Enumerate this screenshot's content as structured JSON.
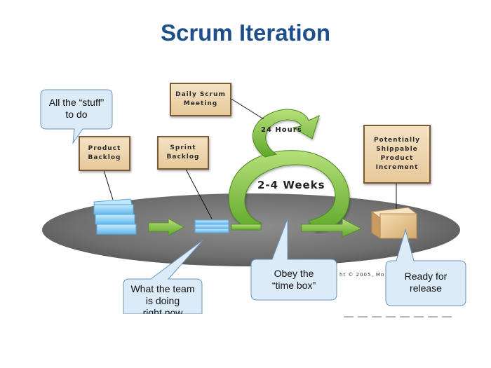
{
  "title": "Scrum Iteration",
  "labels": {
    "product_backlog": [
      "Product",
      "Backlog"
    ],
    "sprint_backlog": [
      "Sprint",
      "Backlog"
    ],
    "daily_scrum": [
      "Daily Scrum",
      "Meeting"
    ],
    "increment": [
      "Potentially",
      "Shippable",
      "Product",
      "Increment"
    ]
  },
  "cycle": {
    "daily": "24 Hours",
    "sprint": "2-4 Weeks"
  },
  "callouts": {
    "stuff": [
      "All the “stuff”",
      "to do"
    ],
    "team": [
      "What the team",
      "is doing",
      "right now"
    ],
    "timebox": [
      "Obey the",
      "“time box”"
    ],
    "release": [
      "Ready for",
      "release"
    ]
  },
  "copyright": "ht © 2005, Mo",
  "colors": {
    "title": "#1f4e8c",
    "arrow_green": "#7cc242",
    "callout_fill": "#dcebf8",
    "callout_border": "#6a93bf",
    "ellipse": "#7a7a7a"
  }
}
